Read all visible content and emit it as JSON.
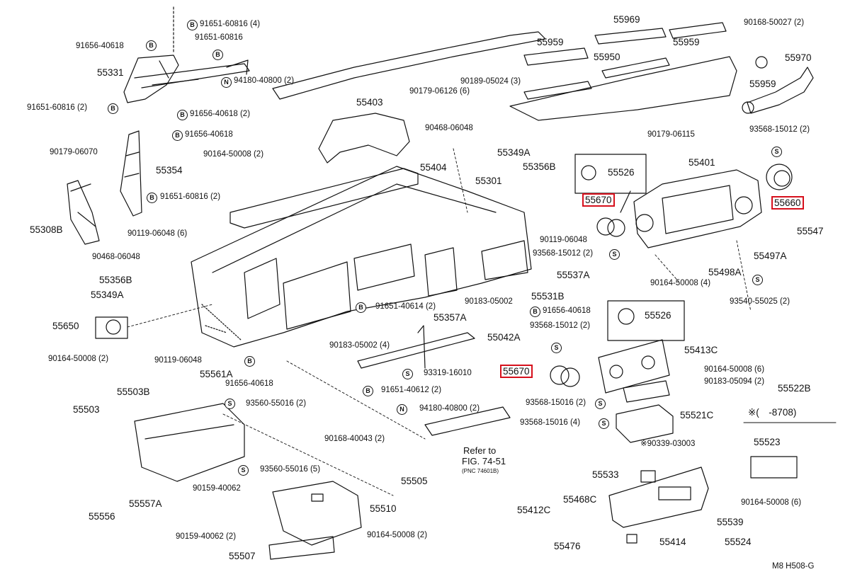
{
  "figure_code": "M8  H508-G",
  "range_note": "※(　-8708)",
  "refer": {
    "line1": "Refer to",
    "line2": "FIG. 74-51",
    "line3": "(PNC 74601B)"
  },
  "callouts": {
    "c55331": "55331",
    "c91656_40618": "91656-40618",
    "c91651_60816_4": "91651-60816 (4)",
    "c91651_60816": "91651-60816",
    "c94180_40800_2": "94180-40800 (2)",
    "c91651_60816_2a": "91651-60816 (2)",
    "c91656_40618_2": "91656-40618 (2)",
    "c91656_40618b": "91656-40618",
    "c90164_50008_2a": "90164-50008 (2)",
    "c55354": "55354",
    "c90179_06070": "90179-06070",
    "c55308b": "55308B",
    "c91651_60816_2b": "91651-60816 (2)",
    "c90119_06048_6": "90119-06048 (6)",
    "c90468_06048a": "90468-06048",
    "c55356b": "55356B",
    "c55349a_l": "55349A",
    "c55650": "55650",
    "c90164_50008_2b": "90164-50008 (2)",
    "c90119_06048a": "90119-06048",
    "c55561a": "55561A",
    "c91656_40618c": "91656-40618",
    "c55503b": "55503B",
    "c55503": "55503",
    "c93560_55016_2": "93560-55016 (2)",
    "c93560_55016_5": "93560-55016 (5)",
    "c90159_40062": "90159-40062",
    "c55556": "55556",
    "c55557a": "55557A",
    "c90159_40062_2": "90159-40062 (2)",
    "c55507": "55507",
    "c90168_40043_2": "90168-40043 (2)",
    "c55505": "55505",
    "c55510": "55510",
    "c90164_50008_2c": "90164-50008 (2)",
    "c55403": "55403",
    "c55404": "55404",
    "c90468_06048b": "90468-06048",
    "c55301": "55301",
    "c55349a": "55349A",
    "c55356b2": "55356B",
    "c90119_06048b": "90119-06048",
    "c93568_15012_2a": "93568-15012 (2)",
    "c55537a": "55537A",
    "c55531b": "55531B",
    "c90183_05002": "90183-05002",
    "c91651_40614_2": "91651-40614 (2)",
    "c91656_40618d": "91656-40618",
    "c55357a": "55357A",
    "c90183_05002_4": "90183-05002 (4)",
    "c55042a": "55042A",
    "c93319_16010": "93319-16010",
    "c91651_40612_2": "91651-40612 (2)",
    "c94180_40800_2b": "94180-40800 (2)",
    "c90179_06126_6": "90179-06126 (6)",
    "c90189_05024_3": "90189-05024 (3)",
    "c55969": "55969",
    "c55959a": "55959",
    "c55959b": "55959",
    "c55950": "55950",
    "c90168_50027_2": "90168-50027 (2)",
    "c55970": "55970",
    "c55959c": "55959",
    "c90179_06115": "90179-06115",
    "c93568_15012_2b": "93568-15012 (2)",
    "c55526a": "55526",
    "c55401": "55401",
    "c55670a": "55670",
    "c55660": "55660",
    "c55547": "55547",
    "c55497a": "55497A",
    "c55498a": "55498A",
    "c90164_50008_4": "90164-50008 (4)",
    "c93540_55025_2": "93540-55025 (2)",
    "c55526b": "55526",
    "c93568_15012_2c": "93568-15012 (2)",
    "c55413c": "55413C",
    "c55670b": "55670",
    "c90164_50008_6a": "90164-50008 (6)",
    "c90183_05094_2": "90183-05094 (2)",
    "c55522b": "55522B",
    "c93568_15016_2": "93568-15016 (2)",
    "c55521c": "55521C",
    "c93568_15016_4": "93568-15016 (4)",
    "c90339_03003": "※90339-03003",
    "c55523": "55523",
    "c55533": "55533",
    "c55468c": "55468C",
    "c55412c": "55412C",
    "c90164_50008_6b": "90164-50008 (6)",
    "c55539": "55539",
    "c55476": "55476",
    "c55414": "55414",
    "c55524": "55524"
  },
  "tags": {
    "B": "B",
    "N": "N",
    "S": "S"
  },
  "colors": {
    "ink": "#111111",
    "highlight": "#d6101c"
  }
}
